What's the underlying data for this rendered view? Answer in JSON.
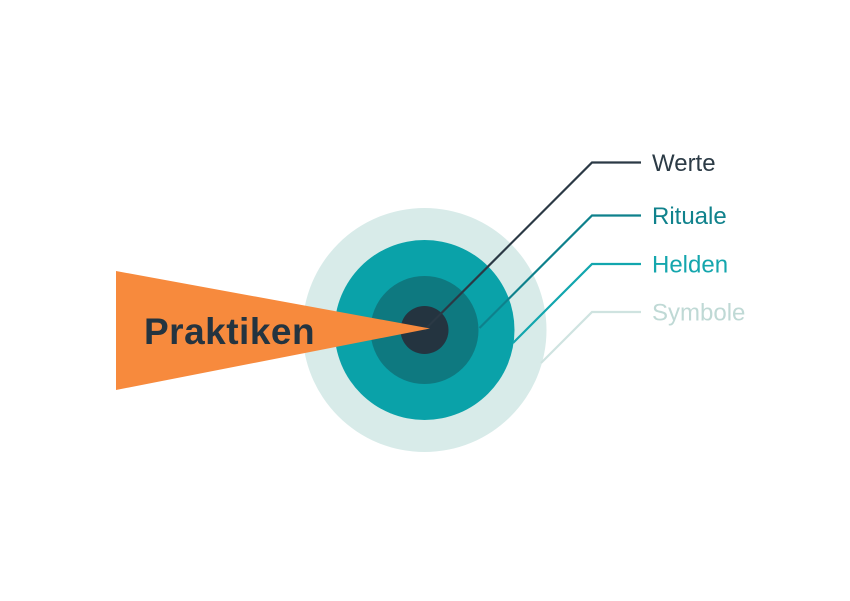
{
  "diagram": {
    "type": "onion-model",
    "rings": [
      {
        "label": "Werte",
        "fill": "#243440",
        "line_color": "#2b3945",
        "label_color": "#2c3b46"
      },
      {
        "label": "Rituale",
        "fill": "#0e7980",
        "line_color": "#0e818c",
        "label_color": "#10828c"
      },
      {
        "label": "Helden",
        "fill": "#0aa2a9",
        "line_color": "#12a6ae",
        "label_color": "#14a6ad"
      },
      {
        "label": "Symbole",
        "fill": "#d8ebe9",
        "line_color": "#cfe3e0",
        "label_color": "#bfd9d5"
      }
    ],
    "arrow": {
      "label": "Praktiken",
      "fill": "#f78a3d",
      "label_color": "#243440"
    },
    "background": "#ffffff"
  }
}
